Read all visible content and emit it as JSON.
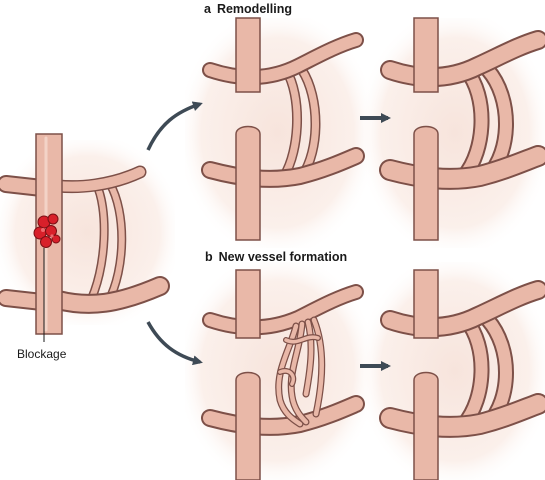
{
  "colors": {
    "background_wash": "#f6e2da",
    "vessel_fill": "#e9b8a8",
    "vessel_outline": "#7d5048",
    "arrow": "#3e4a55",
    "clot": "#d8202a"
  },
  "panel_a": {
    "letter": "a",
    "title": "Remodelling"
  },
  "panel_b": {
    "letter": "b",
    "title": "New vessel formation"
  },
  "blockage_label": "Blockage",
  "icons": [
    "curved-arrow-icon",
    "straight-arrow-icon",
    "blood-clot-icon"
  ]
}
